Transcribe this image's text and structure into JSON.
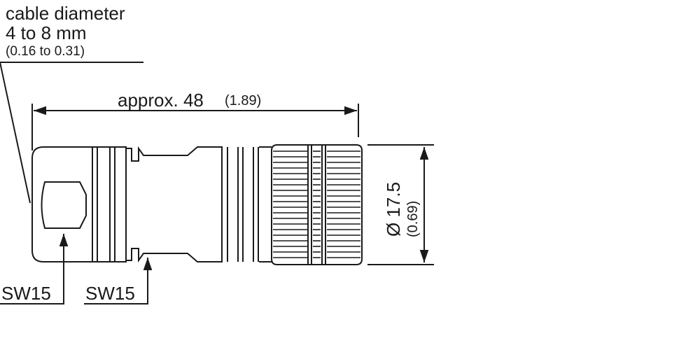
{
  "cable": {
    "title": "cable diameter",
    "range": "4 to 8 mm",
    "range_inch": "(0.16 to 0.31)"
  },
  "length": {
    "label": "approx. 48",
    "inch": "(1.89)"
  },
  "diameter": {
    "label": "Ø 17.5",
    "inch": "(0.69)"
  },
  "wrench_left": {
    "label": "SW15"
  },
  "wrench_mid": {
    "label": "SW15"
  },
  "colors": {
    "line": "#1a1a1a",
    "background": "#ffffff"
  }
}
